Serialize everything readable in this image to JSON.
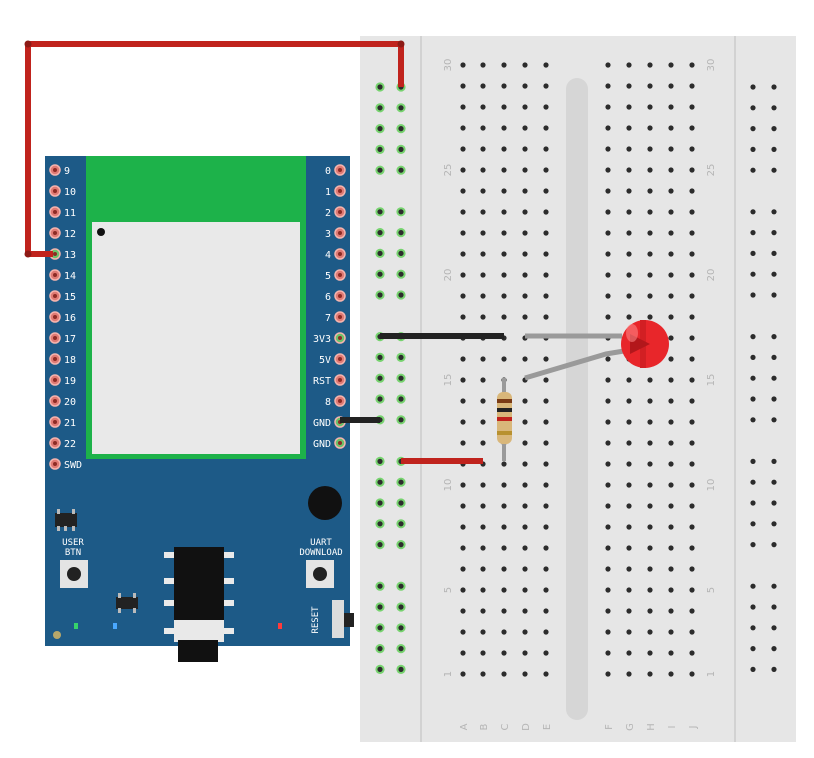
{
  "board": {
    "left_pins": [
      "9",
      "10",
      "11",
      "12",
      "13",
      "14",
      "15",
      "16",
      "17",
      "18",
      "19",
      "20",
      "21",
      "22",
      "SWD"
    ],
    "right_pins": [
      "0",
      "1",
      "2",
      "3",
      "4",
      "5",
      "6",
      "7",
      "3V3",
      "5V",
      "RST",
      "8",
      "GND",
      "GND"
    ],
    "user_btn_line1": "USER",
    "user_btn_line2": "BTN",
    "uart_line1": "UART",
    "uart_line2": "DOWNLOAD",
    "reset_label": "RESET",
    "colors": {
      "pcb": "#1d5a87",
      "module": "#1db24a",
      "shield": "#e9e9e9"
    }
  },
  "breadboard": {
    "row_numbers": [
      "30",
      "25",
      "20",
      "15",
      "10",
      "5",
      "1"
    ],
    "col_letters_left": [
      "A",
      "B",
      "C",
      "D",
      "E"
    ],
    "col_letters_right": [
      "F",
      "G",
      "H",
      "I",
      "J"
    ]
  },
  "wires": [
    {
      "name": "wire-red-pin13-to-rail",
      "color": "#c0231d"
    },
    {
      "name": "wire-black-3v3",
      "color": "#222222"
    },
    {
      "name": "wire-black-gnd",
      "color": "#222222"
    },
    {
      "name": "wire-red-rail-to-resistor",
      "color": "#c0231d"
    }
  ],
  "components": {
    "led_color": "#e8262a",
    "resistor_color": "#d9b77a"
  }
}
